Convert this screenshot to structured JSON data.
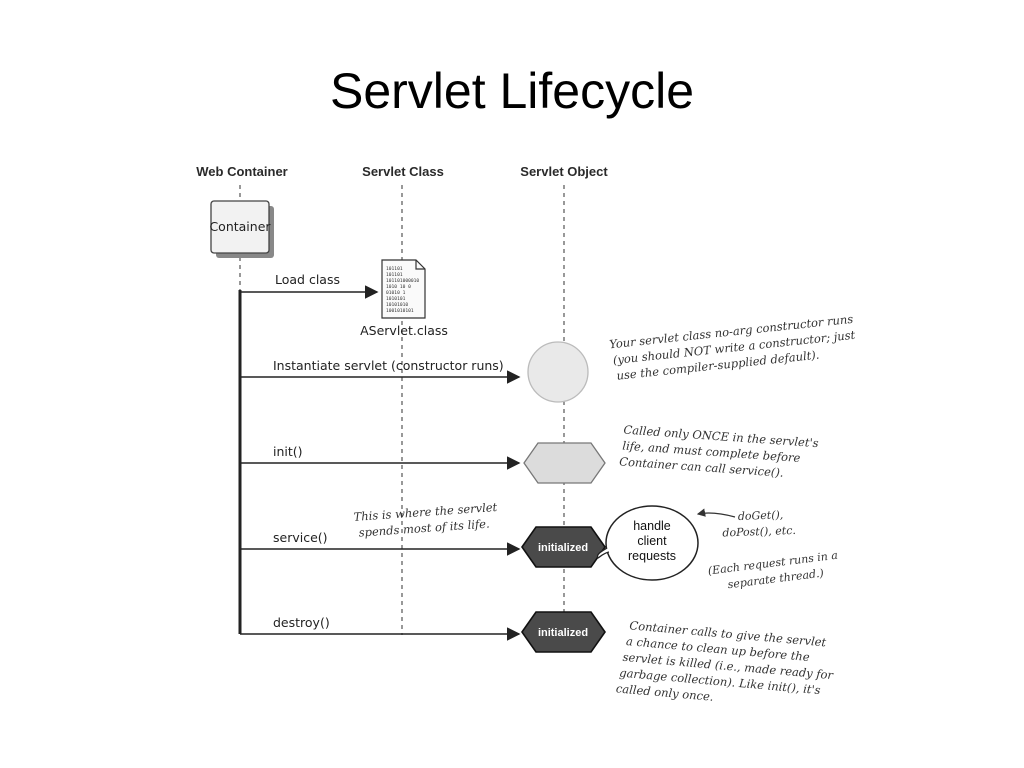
{
  "title": "Servlet Lifecycle",
  "lanes": {
    "web_container": "Web Container",
    "servlet_class": "Servlet Class",
    "servlet_object": "Servlet Object"
  },
  "container_box": "Container",
  "class_file": {
    "name": "AServlet.class",
    "binary_lines": [
      "101101",
      "101101",
      "101101000010",
      "1010 10 0",
      "01010  1",
      "1010101",
      "10101010",
      "1001010101"
    ]
  },
  "messages": {
    "load": "Load class",
    "instantiate": "Instantiate servlet (constructor runs)",
    "init": "init()",
    "service": "service()",
    "destroy": "destroy()"
  },
  "states": {
    "service_state": "initialized",
    "destroy_state": "initialized"
  },
  "bubble": [
    "handle",
    "client",
    "requests"
  ],
  "notes": {
    "constructor": [
      "Your servlet class no-arg constructor runs",
      "(you should NOT write a constructor; just",
      "use the compiler-supplied default)."
    ],
    "init": [
      "Called only ONCE in the servlet's",
      "life, and must complete before",
      "Container can call service()."
    ],
    "service_life": [
      "This is where the servlet",
      "spends most of its life."
    ],
    "doget": [
      "doGet(),",
      "doPost(), etc."
    ],
    "thread": [
      "(Each request runs in a",
      "separate thread.)"
    ],
    "destroy": [
      "Container calls to give the servlet",
      "a chance to clean up before the",
      "servlet is killed (i.e., made ready for",
      "garbage collection). Like init(), it's",
      "called only once."
    ]
  },
  "colors": {
    "circle": "#e8e8e8",
    "init_hexagon": "#dcdcdc",
    "state_hexagon": "#4a4a4a"
  }
}
